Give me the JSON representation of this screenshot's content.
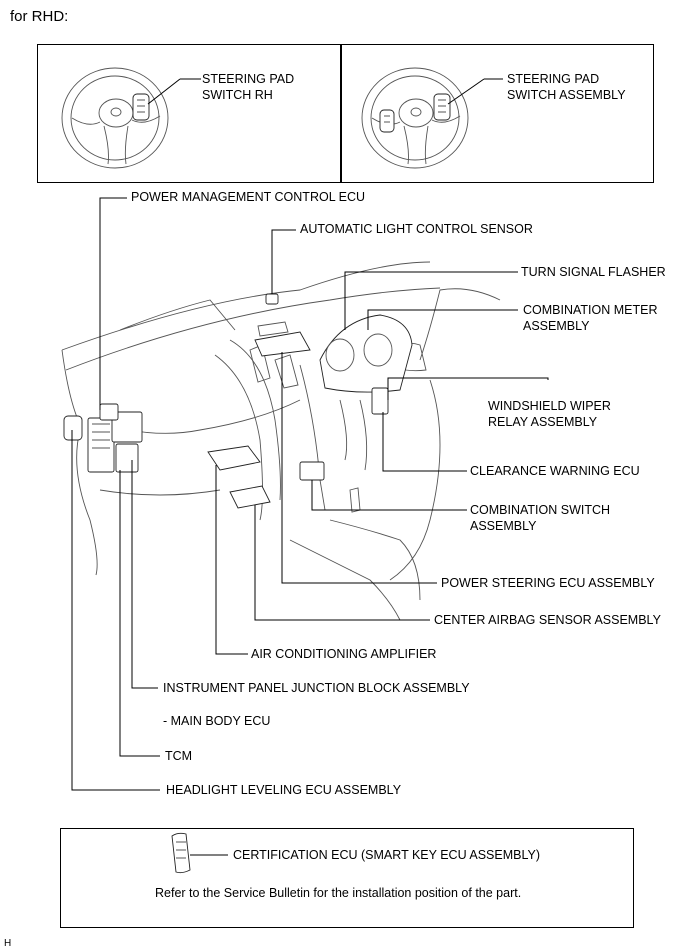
{
  "header": {
    "title": "for RHD:"
  },
  "top_panels": {
    "left_label_1": "STEERING PAD",
    "left_label_2": "SWITCH RH",
    "right_label_1": "STEERING PAD",
    "right_label_2": "SWITCH ASSEMBLY"
  },
  "callouts": {
    "power_management": "POWER MANAGEMENT CONTROL ECU",
    "auto_light": "AUTOMATIC LIGHT CONTROL SENSOR",
    "turn_signal": "TURN SIGNAL FLASHER",
    "combo_meter_1": "COMBINATION METER",
    "combo_meter_2": "ASSEMBLY",
    "wiper_relay_1": "WINDSHIELD WIPER",
    "wiper_relay_2": "RELAY ASSEMBLY",
    "clearance_warning": "CLEARANCE WARNING ECU",
    "combo_switch_1": "COMBINATION SWITCH",
    "combo_switch_2": "ASSEMBLY",
    "power_steering": "POWER STEERING ECU ASSEMBLY",
    "airbag_sensor": "CENTER AIRBAG SENSOR ASSEMBLY",
    "ac_amplifier": "AIR CONDITIONING AMPLIFIER",
    "junction_block": "INSTRUMENT PANEL JUNCTION BLOCK ASSEMBLY",
    "main_body": "- MAIN BODY ECU",
    "tcm": "TCM",
    "headlight_leveling": "HEADLIGHT LEVELING ECU ASSEMBLY"
  },
  "bottom_box": {
    "label": "CERTIFICATION ECU (SMART KEY ECU ASSEMBLY)",
    "note": "Refer to the Service Bulletin for the installation position of the part."
  },
  "corner_mark": "H"
}
